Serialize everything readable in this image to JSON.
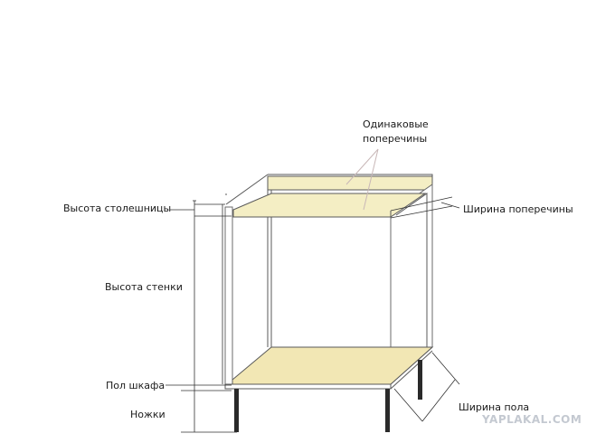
{
  "labels": {
    "crossbars_line1": "Одинаковые",
    "crossbars_line2": "поперечины",
    "countertop_height": "Высота столешницы",
    "crossbar_width": "Ширина поперечины",
    "wall_height": "Высота стенки",
    "cabinet_floor": "Пол шкафа",
    "legs": "Ножки",
    "floor_width": "Ширина пола"
  },
  "watermark": "YAPLAKAL.COM",
  "colors": {
    "panel": "#f4eec4",
    "floor": "#f2e7b4",
    "leg": "#2a2a2a",
    "annotation_arrow": "#c8b7b7"
  }
}
